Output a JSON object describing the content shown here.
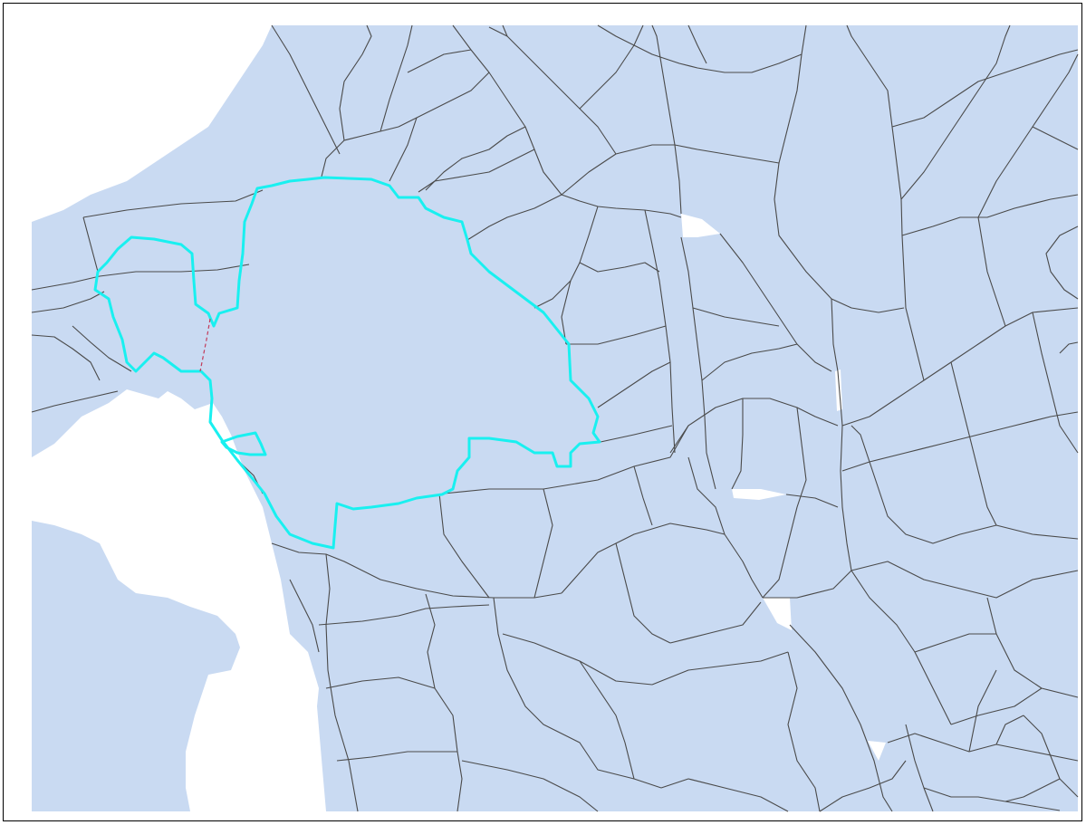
{
  "map": {
    "colors": {
      "land_fill": "#c9daf2",
      "water_fill": "#ffffff",
      "boundary_stroke": "#4a4a4a",
      "selected_outline": "#19f0f0",
      "connector_line": "#c23b5a",
      "frame_border": "#000000"
    },
    "layers": [
      "land-polygons",
      "region-boundaries",
      "selected-region",
      "connector-line"
    ],
    "selection": {
      "selected_region_count": 1,
      "has_enclave": true
    }
  }
}
